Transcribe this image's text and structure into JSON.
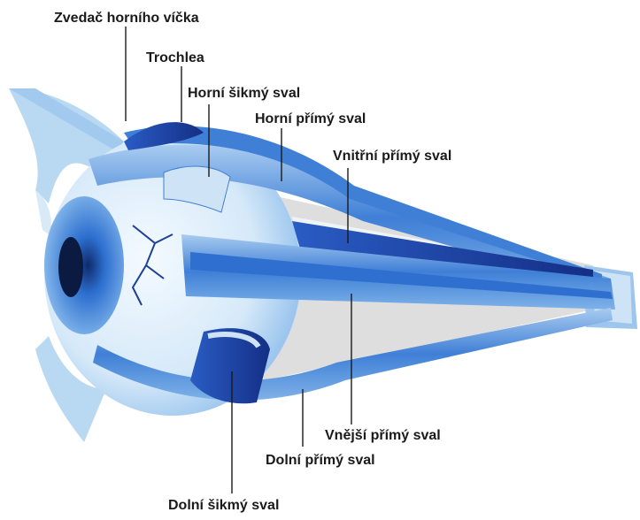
{
  "labels": {
    "levator": "Zvedač horního víčka",
    "trochlea": "Trochlea",
    "superior_oblique": "Horní šikmý sval",
    "superior_rectus": "Horní přímý sval",
    "medial_rectus": "Vnitřní přímý sval",
    "lateral_rectus": "Vnější přímý sval",
    "inferior_rectus": "Dolní přímý sval",
    "inferior_oblique": "Dolní šikmý sval"
  },
  "colors": {
    "muscle_dark": "#1f3fa3",
    "muscle_mid": "#2f6fd0",
    "muscle_light": "#7fb2e8",
    "sclera": "#e3f0fb",
    "tissue": "#b9d8f2",
    "gap_gray": "#dcdcdc",
    "line": "#1a1a1a"
  }
}
